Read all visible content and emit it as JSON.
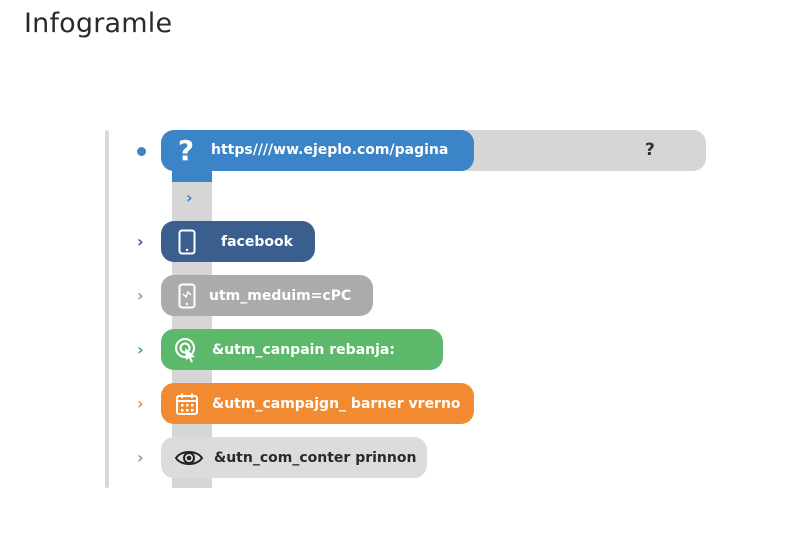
{
  "title": "Infogramle",
  "url_bar": {
    "text": "https////ww.ejeplo.com/pagina",
    "trailing": "?",
    "icon": "question-icon",
    "color": "#3b84c7"
  },
  "rows": [
    {
      "label": "facebook",
      "icon": "smartphone-icon",
      "color": "#3a5f8f",
      "chevron_color": "#3a5f8f"
    },
    {
      "label": "utm_meduim=cPC",
      "icon": "smartphone-icon",
      "color": "#ababab",
      "chevron_color": "#9a9a9a"
    },
    {
      "label": "&utm_canpain  rebanja:",
      "icon": "touch-pointer-icon",
      "color": "#5cb96b",
      "chevron_color": "#4ea85c"
    },
    {
      "label": "&utm_campajgn_ barner  vrerno",
      "icon": "calendar-icon",
      "color": "#f28a32",
      "chevron_color": "#f28a32"
    },
    {
      "label": "&utn_com_conter prinnon",
      "icon": "eye-icon",
      "color": "#dcdcdc",
      "chevron_color": "#9a9a9a"
    }
  ]
}
